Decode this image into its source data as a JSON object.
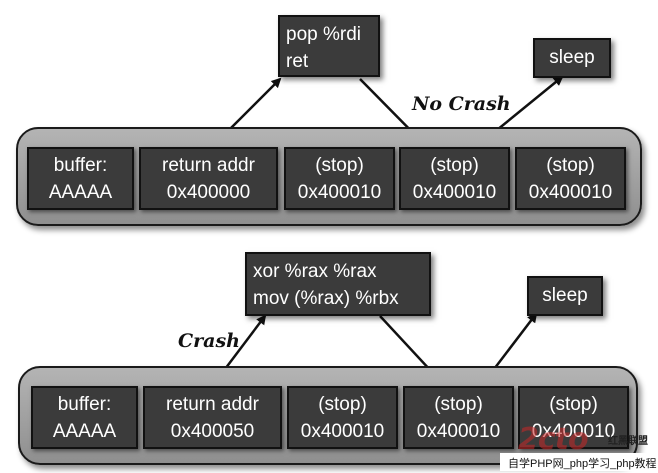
{
  "top": {
    "cells": [
      {
        "l1": "buffer:",
        "l2": "AAAAA"
      },
      {
        "l1": "return addr",
        "l2": "0x400000"
      },
      {
        "l1": "(stop)",
        "l2": "0x400010"
      },
      {
        "l1": "(stop)",
        "l2": "0x400010"
      },
      {
        "l1": "(stop)",
        "l2": "0x400010"
      }
    ],
    "gadget": {
      "l1": "pop %rdi",
      "l2": "ret"
    },
    "sleep": "sleep",
    "note": "No Crash"
  },
  "bottom": {
    "cells": [
      {
        "l1": "buffer:",
        "l2": "AAAAA"
      },
      {
        "l1": "return addr",
        "l2": "0x400050"
      },
      {
        "l1": "(stop)",
        "l2": "0x400010"
      },
      {
        "l1": "(stop)",
        "l2": "0x400010"
      },
      {
        "l1": "(stop)",
        "l2": "0x400010"
      }
    ],
    "gadget": {
      "l1": "xor %rax %rax",
      "l2": "mov (%rax) %rbx"
    },
    "sleep": "sleep",
    "note": "Crash"
  },
  "watermark": {
    "logo": "2cto",
    "tagline": "红黑联盟",
    "bar": "自学PHP网_php学习_php教程"
  },
  "colors": {
    "cell": "#3b3b3b",
    "stack": "#a3a3a3",
    "arrow": "#111111"
  }
}
